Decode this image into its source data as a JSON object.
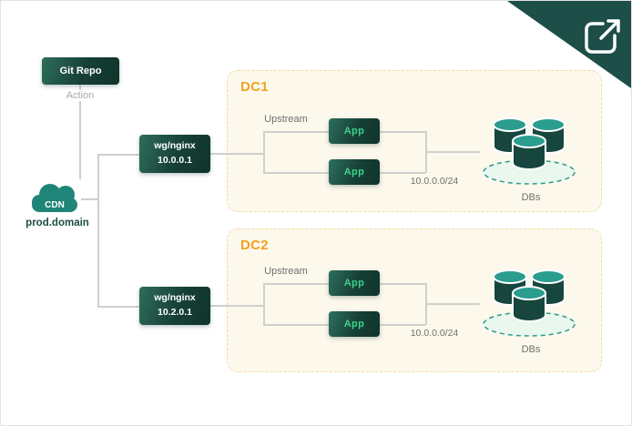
{
  "git": {
    "label": "Git Repo"
  },
  "edge_labels": {
    "action": "Action"
  },
  "cdn": {
    "label": "CDN",
    "domain": "prod.domain"
  },
  "zones": [
    {
      "title": "DC1",
      "gateway": {
        "name": "wg/nginx",
        "ip": "10.0.0.1"
      },
      "upstream": "Upstream",
      "apps": [
        "App",
        "App"
      ],
      "subnet": "10.0.0.0/24",
      "dbs": "DBs"
    },
    {
      "title": "DC2",
      "gateway": {
        "name": "wg/nginx",
        "ip": "10.2.0.1"
      },
      "upstream": "Upstream",
      "apps": [
        "App",
        "App"
      ],
      "subnet": "10.0.0.0/24",
      "dbs": "DBs"
    }
  ],
  "colors": {
    "node_dark": "#16443c",
    "accent_teal": "#2a9d8f",
    "app_green": "#3bd488",
    "dc_title": "#f0a31f",
    "dc_border": "#f3dda6",
    "dc_bg": "#fdf8ec",
    "line": "#cfcfcf",
    "corner": "#1d4e48"
  }
}
